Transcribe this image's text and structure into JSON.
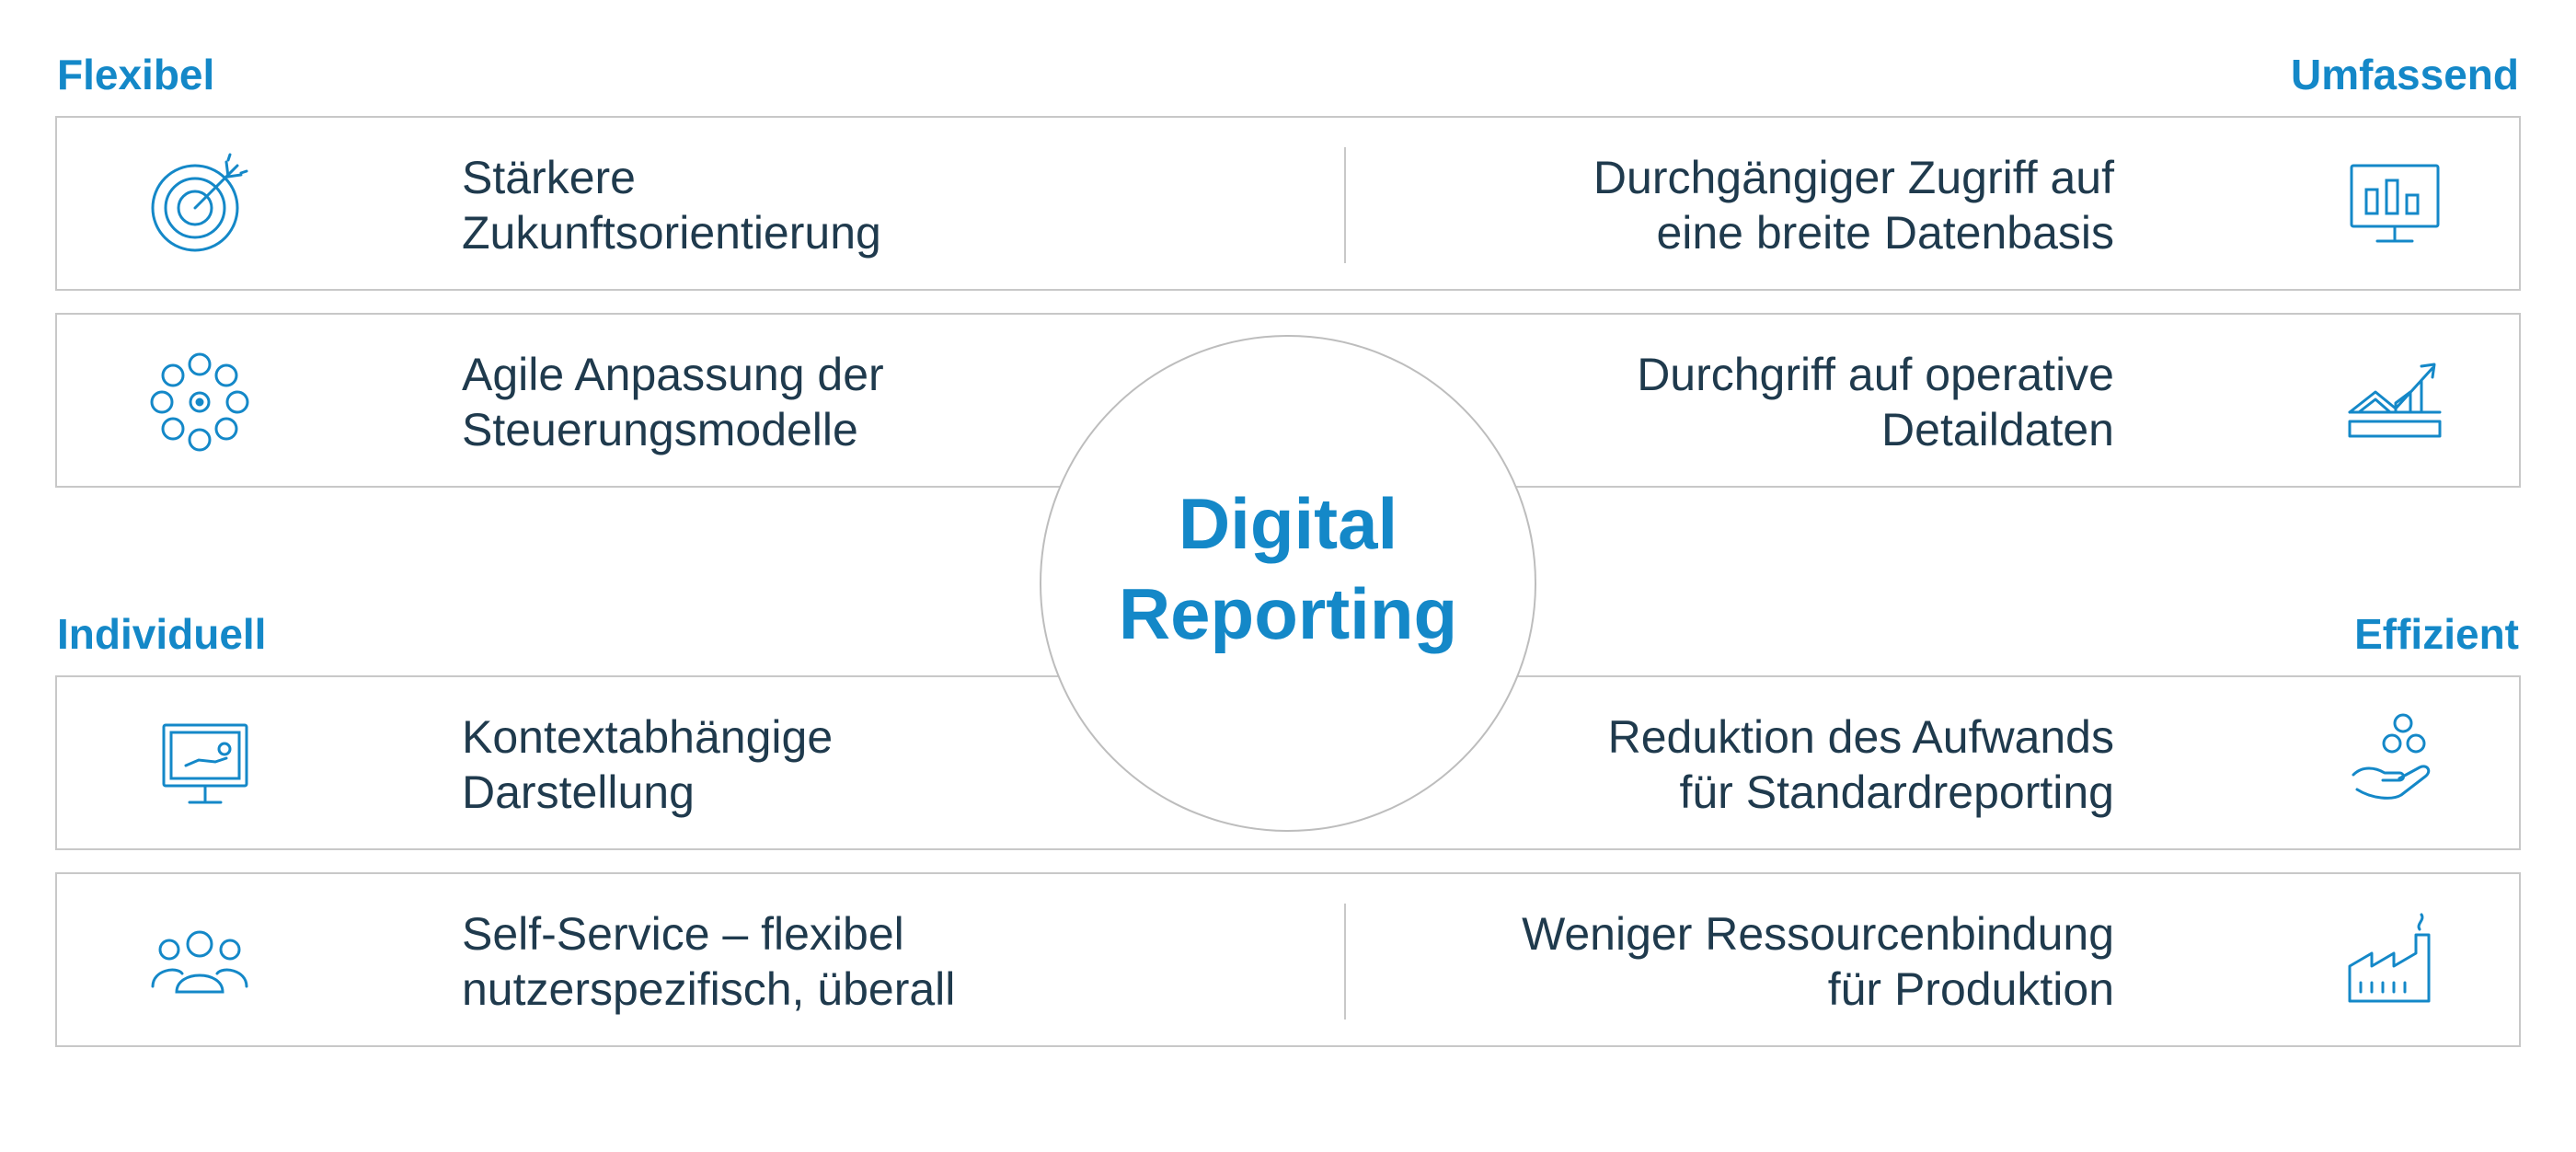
{
  "labels": {
    "top_left": "Flexibel",
    "top_right": "Umfassend",
    "bottom_left": "Individuell",
    "bottom_right": "Effizient"
  },
  "center": {
    "line1": "Digital",
    "line2": "Reporting"
  },
  "rows": [
    {
      "left": {
        "icon": "target-icon",
        "lines": [
          "Stärkere",
          "Zukunftsorientierung"
        ]
      },
      "right": {
        "icon": "monitor-chart-icon",
        "lines": [
          "Durchgängiger Zugriff auf",
          "eine breite Datenbasis"
        ]
      }
    },
    {
      "left": {
        "icon": "circle-network-icon",
        "lines": [
          "Agile Anpassung der",
          "Steuerungsmodelle"
        ]
      },
      "right": {
        "icon": "growth-chart-icon",
        "lines": [
          "Durchgriff auf operative",
          "Detaildaten"
        ]
      }
    },
    {
      "left": {
        "icon": "presentation-screen-icon",
        "lines": [
          "Kontextabhängige",
          "Darstellung"
        ]
      },
      "right": {
        "icon": "hand-coins-icon",
        "lines": [
          "Reduktion des Aufwands",
          "für Standardreporting"
        ]
      }
    },
    {
      "left": {
        "icon": "user-group-icon",
        "lines": [
          "Self-Service – flexibel",
          "nutzerspezifisch, überall"
        ]
      },
      "right": {
        "icon": "factory-icon",
        "lines": [
          "Weniger Ressourcenbindung",
          "für Produktion"
        ]
      }
    }
  ],
  "colors": {
    "accent": "#1488c8",
    "text": "#1f3a4d",
    "border": "#c8c8c8"
  }
}
